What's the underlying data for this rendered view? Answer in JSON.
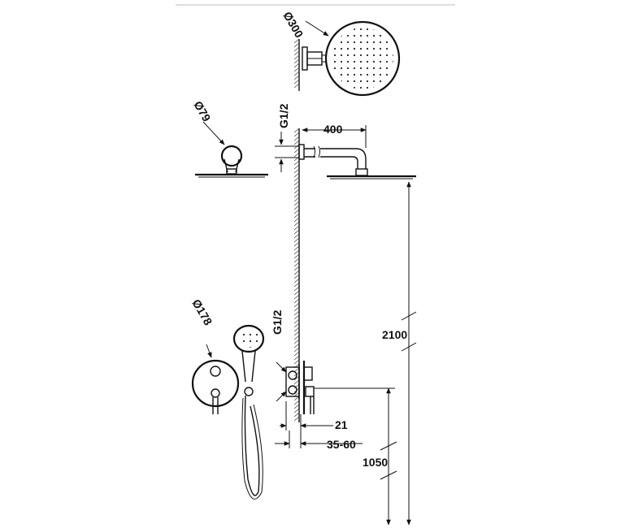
{
  "labels": {
    "head_diameter": "Ø300",
    "flange_diameter": "Ø79",
    "mixer_diameter": "Ø178",
    "arm_thread": "G1/2",
    "mixer_thread": "G1/2",
    "arm_length": "400",
    "total_height": "2100",
    "mixer_height": "1050",
    "recess_depth": "21",
    "recess_range": "35-60"
  }
}
